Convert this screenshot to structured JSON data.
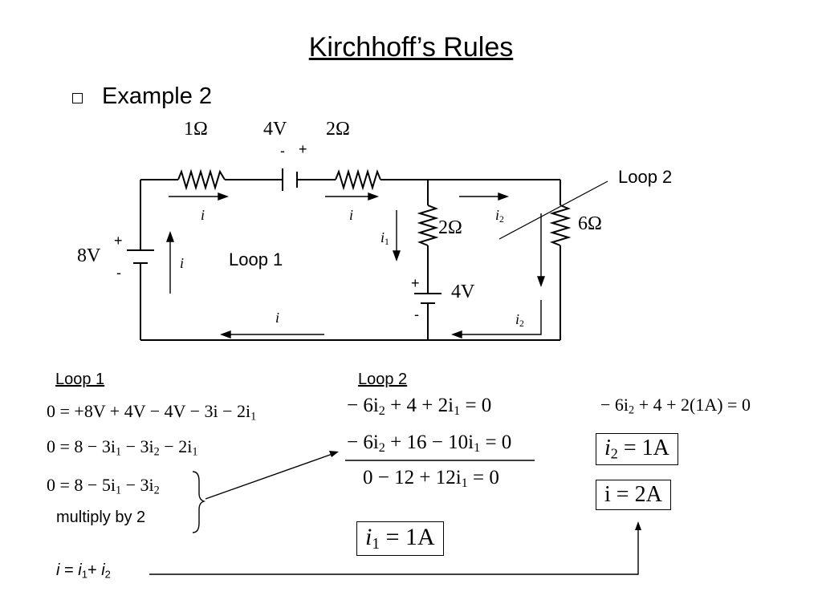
{
  "slide": {
    "title": "Kirchhoff’s Rules",
    "bullet": "Example 2"
  },
  "circuit": {
    "r1_label": "1Ω",
    "battery_top_label": "4V",
    "battery_top_minus": "-",
    "battery_top_plus": "+",
    "r2_label": "2Ω",
    "r_mid_label": "2Ω",
    "r_right_label": "6Ω",
    "battery_left_label": "8V",
    "battery_left_plus": "+",
    "battery_left_minus": "-",
    "battery_mid_label": "4V",
    "battery_mid_plus": "+",
    "battery_mid_minus": "-",
    "current_i": "i",
    "current_i1": "i",
    "current_i1_sub": "1",
    "current_i2": "i",
    "current_i2_sub": "2",
    "loop1_label": "Loop 1",
    "loop2_label": "Loop 2"
  },
  "equations": {
    "loop1_heading": "Loop 1",
    "loop2_heading": "Loop 2",
    "l1_eq1": "0 = +8V + 4V − 4V − 3i − 2i",
    "l1_eq1_sub": "1",
    "l1_eq2_a": "0 = 8 − 3i",
    "l1_eq2_b": " − 3i",
    "l1_eq2_c": " − 2i",
    "l1_eq3_a": "0 = 8 − 5i",
    "l1_eq3_b": " − 3i",
    "multiply_note": "multiply by 2",
    "l2_eq1_a": "− 6i",
    "l2_eq1_b": " + 4 + 2i",
    "l2_eq1_c": " = 0",
    "l2_eq2_a": "− 6i",
    "l2_eq2_b": " + 16 − 10i",
    "l2_eq2_c": " = 0",
    "l2_eq3_a": "0 − 12 + 12i",
    "l2_eq3_b": " = 0",
    "result_i1_a": "i",
    "result_i1_b": " = 1A",
    "right_eq_a": "− 6i",
    "right_eq_b": " + 4 + 2(1A) = 0",
    "result_i2_a": "i",
    "result_i2_b": " = 1A",
    "result_i": "i = 2A",
    "sum_eq_a": "i",
    "sum_eq_b": " = ",
    "sum_eq_c": "i",
    "sum_eq_d": "+ ",
    "sum_eq_e": "i",
    "sub1": "1",
    "sub2": "2"
  }
}
